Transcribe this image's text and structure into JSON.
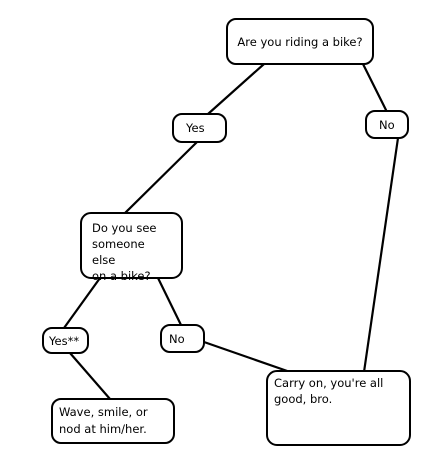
{
  "nodes": {
    "question1": "Are you riding a bike?",
    "yes1": "Yes",
    "no1": "No",
    "question2": "Do you see\nsomeone else\non a bike?",
    "yes2": "Yes**",
    "no2": "No",
    "wave": "Wave, smile, or\nnod at him/her.",
    "carry": "Carry on, you're all\ngood, bro."
  }
}
